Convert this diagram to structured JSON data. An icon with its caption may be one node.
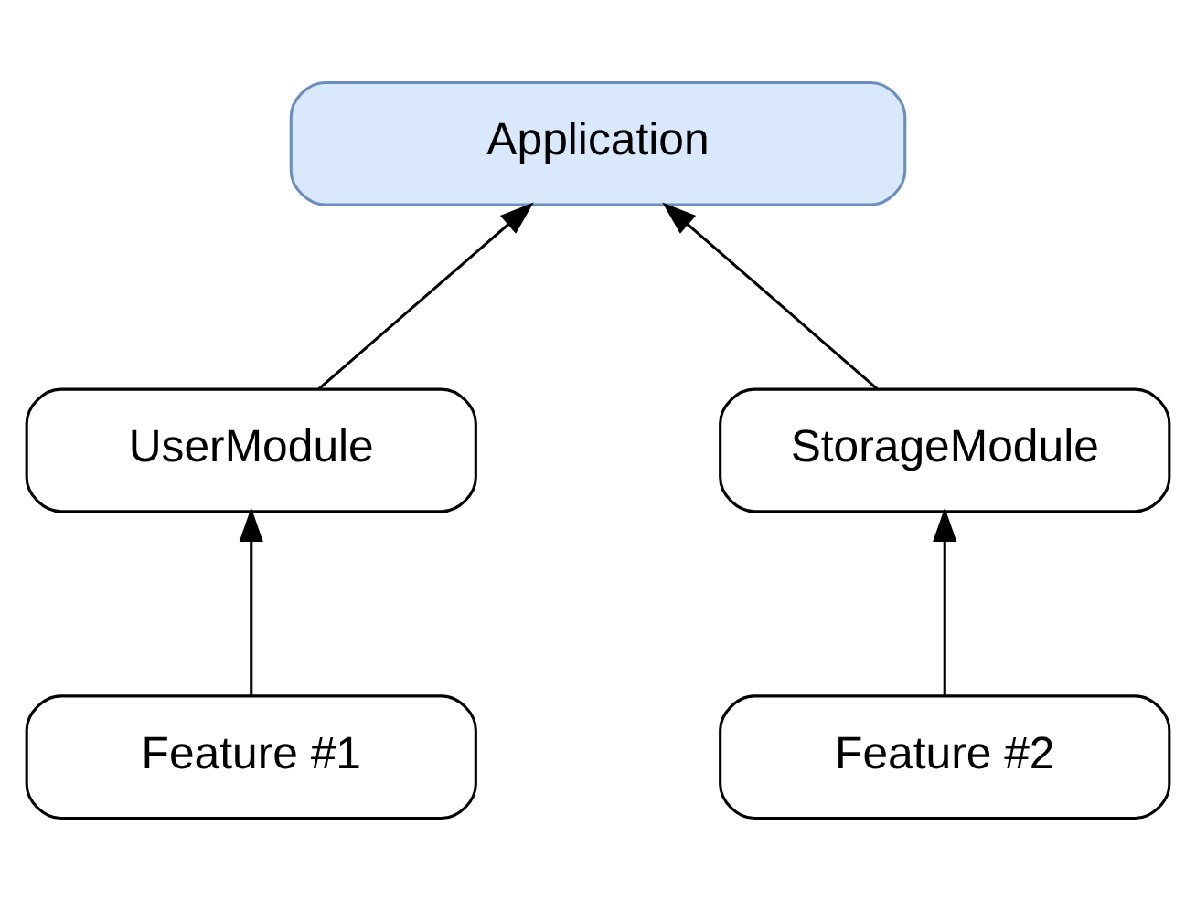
{
  "diagram": {
    "nodes": [
      {
        "text": [
          "Application"
        ]
      },
      {
        "text": [
          "UserModule"
        ]
      },
      {
        "text": [
          "StorageModule"
        ]
      },
      {
        "text": [
          "Feature #1"
        ]
      },
      {
        "text": [
          "Feature #2"
        ]
      }
    ],
    "edges": [
      {
        "from": 1,
        "to": 0,
        "arrow": "to"
      },
      {
        "from": 2,
        "to": 0,
        "arrow": "to"
      },
      {
        "from": 3,
        "to": 1,
        "arrow": "to"
      },
      {
        "from": 4,
        "to": 2,
        "arrow": "to"
      }
    ]
  }
}
